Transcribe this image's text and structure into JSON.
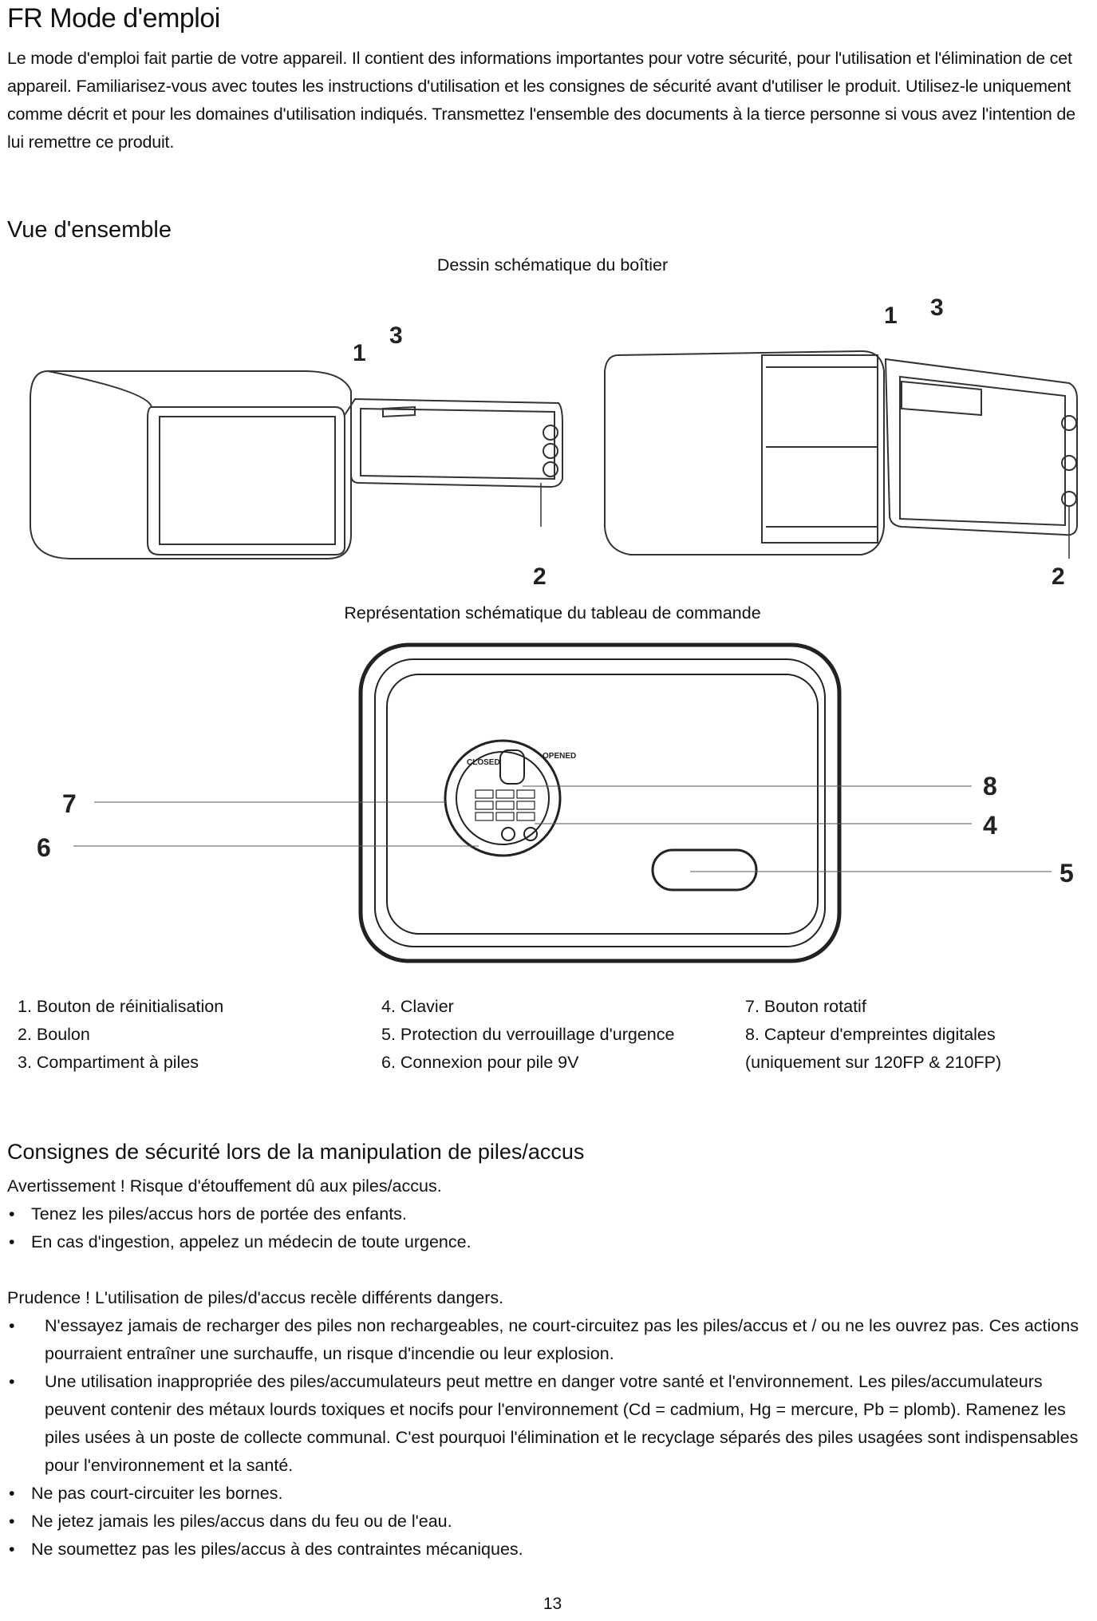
{
  "title": "FR Mode d'emploi",
  "intro": "Le mode d'emploi fait partie de votre appareil. Il contient des informations importantes pour votre sécurité, pour l'utilisation et l'élimination de cet appareil. Familiarisez-vous avec toutes les instructions d'utilisation et les consignes de sécurité avant d'utiliser le produit. Utilisez-le uniquement comme décrit et pour les domaines d'utilisation indiqués. Transmettez l'ensemble des documents à la tierce personne si vous avez l'intention de lui remettre ce produit.",
  "overview": {
    "heading": "Vue d'ensemble",
    "caption_housing": "Dessin schématique du boîtier",
    "caption_panel": "Représentation schématique du tableau de commande",
    "callouts": {
      "1": "1",
      "2": "2",
      "3": "3",
      "4": "4",
      "5": "5",
      "6": "6",
      "7": "7",
      "8": "8"
    },
    "panel_ring_text": {
      "closed": "CLOSED",
      "opened": "OPENED"
    },
    "legend": {
      "col1": [
        "1. Bouton de réinitialisation",
        "2. Boulon",
        "3. Compartiment à piles"
      ],
      "col2": [
        "4. Clavier",
        "5. Protection du verrouillage d'urgence",
        "6. Connexion pour pile 9V"
      ],
      "col3": [
        "7. Bouton rotatif",
        "8. Capteur d'empreintes digitales (uniquement sur 120FP & 210FP)"
      ]
    }
  },
  "battery_safety": {
    "heading": "Consignes de sécurité lors de la manipulation de piles/accus",
    "warning": "Avertissement ! Risque d'étouffement dû aux piles/accus.",
    "warning_items": [
      "Tenez les piles/accus hors de portée des enfants.",
      "En cas d'ingestion, appelez un médecin de toute urgence."
    ],
    "caution": "Prudence ! L'utilisation de piles/d'accus recèle différents dangers.",
    "caution_items": [
      "N'essayez jamais de recharger des piles non rechargeables, ne court-circuitez pas les piles/accus et / ou ne les ouvrez pas. Ces actions pourraient entraîner une surchauffe, un risque d'incendie ou leur explosion.",
      "Une utilisation inappropriée des piles/accumulateurs peut mettre en danger votre santé et l'environnement. Les piles/accumulateurs peuvent contenir des métaux lourds toxiques et nocifs pour l'environnement (Cd = cadmium, Hg = mercure, Pb = plomb). Ramenez les piles usées à un poste de collecte communal. C'est pourquoi l'élimination et le recyclage séparés des piles usagées sont indispensables pour l'environnement et la santé.",
      "Ne pas court-circuiter les bornes.",
      "Ne jetez jamais les piles/accus dans du feu ou de l'eau.",
      "Ne soumettez pas les piles/accus à des contraintes mécaniques."
    ]
  },
  "page_number": "13"
}
